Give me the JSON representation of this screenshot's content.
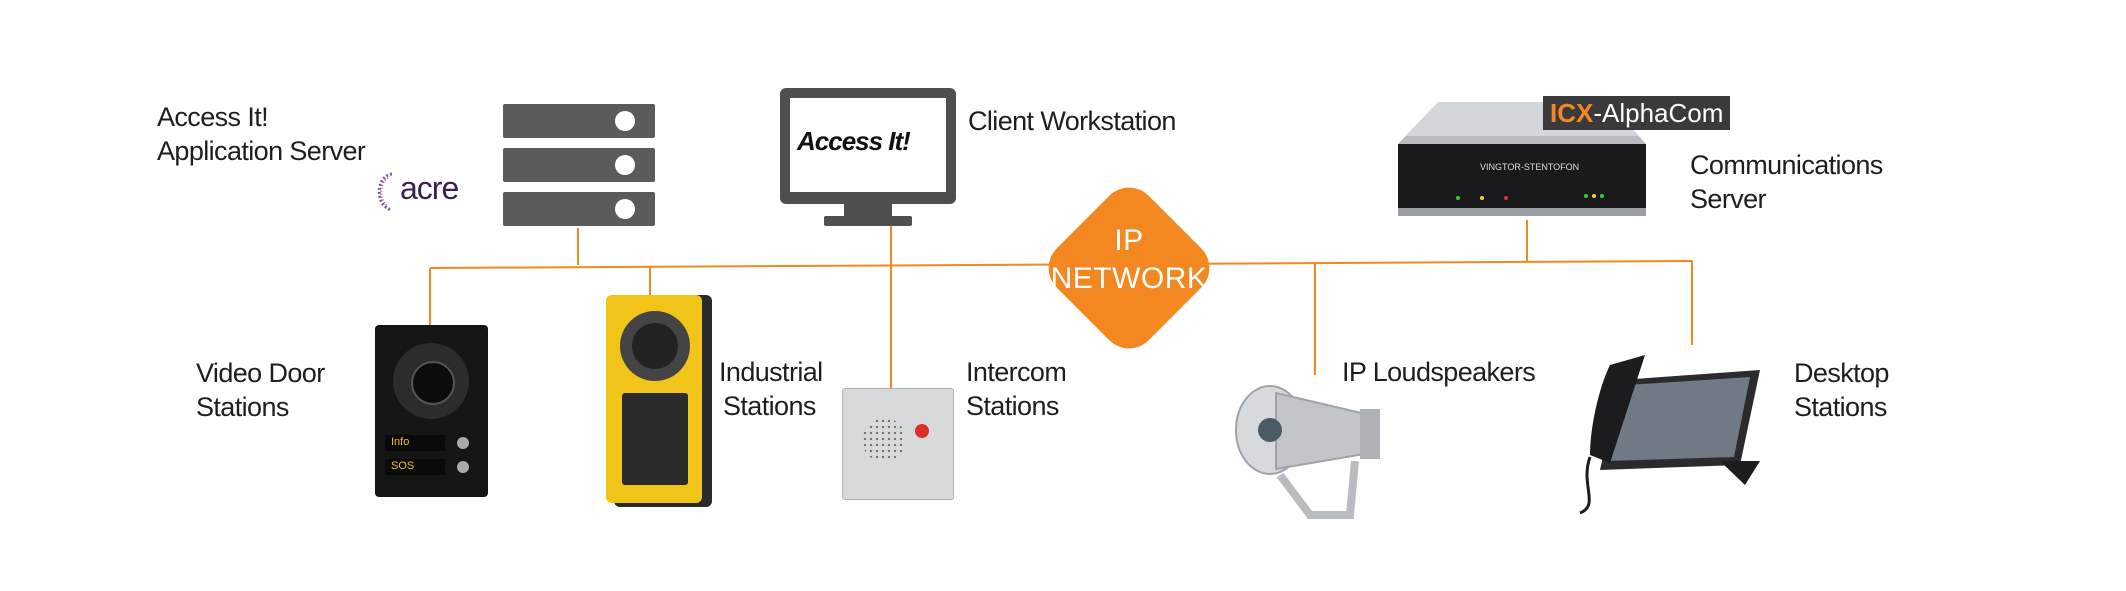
{
  "colors": {
    "network_line": "#f2881f",
    "hub_fill": "#f2881f",
    "server_rack": "#5b5b5d",
    "text": "#1e1e1e"
  },
  "hub": {
    "line1": "IP",
    "line2": "NETWORK"
  },
  "labels": {
    "app_server_line1": "Access It!",
    "app_server_line2": "Application Server",
    "client_workstation": "Client Workstation",
    "comm_server_line1": "Communications",
    "comm_server_line2": "Server",
    "video_door_line1": "Video Door",
    "video_door_line2": "Stations",
    "industrial_line1": "Industrial",
    "industrial_line2": "Stations",
    "intercom_line1": "Intercom",
    "intercom_line2": "Stations",
    "ip_loudspeakers": "IP Loudspeakers",
    "desktop_line1": "Desktop",
    "desktop_line2": "Stations"
  },
  "logos": {
    "acre": "acre",
    "access_it": "Access It!",
    "icx_prefix": "ICX",
    "icx_suffix": "-AlphaCom",
    "server_brand": "VINGTOR-STENTOFON"
  },
  "device_text": {
    "info_button": "Info",
    "sos_button": "SOS"
  },
  "icons": [
    "server-rack-icon",
    "monitor-icon",
    "ip-network-hub-icon",
    "video-door-station-icon",
    "industrial-station-icon",
    "intercom-station-icon",
    "ip-loudspeaker-icon",
    "desktop-station-icon",
    "communications-server-icon"
  ]
}
